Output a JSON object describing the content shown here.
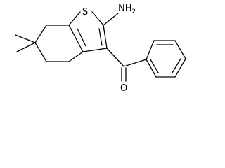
{
  "molecule": {
    "atoms": {
      "sulfur": "S",
      "amine": "NH",
      "amine_subscript": "2",
      "oxygen": "O"
    }
  }
}
